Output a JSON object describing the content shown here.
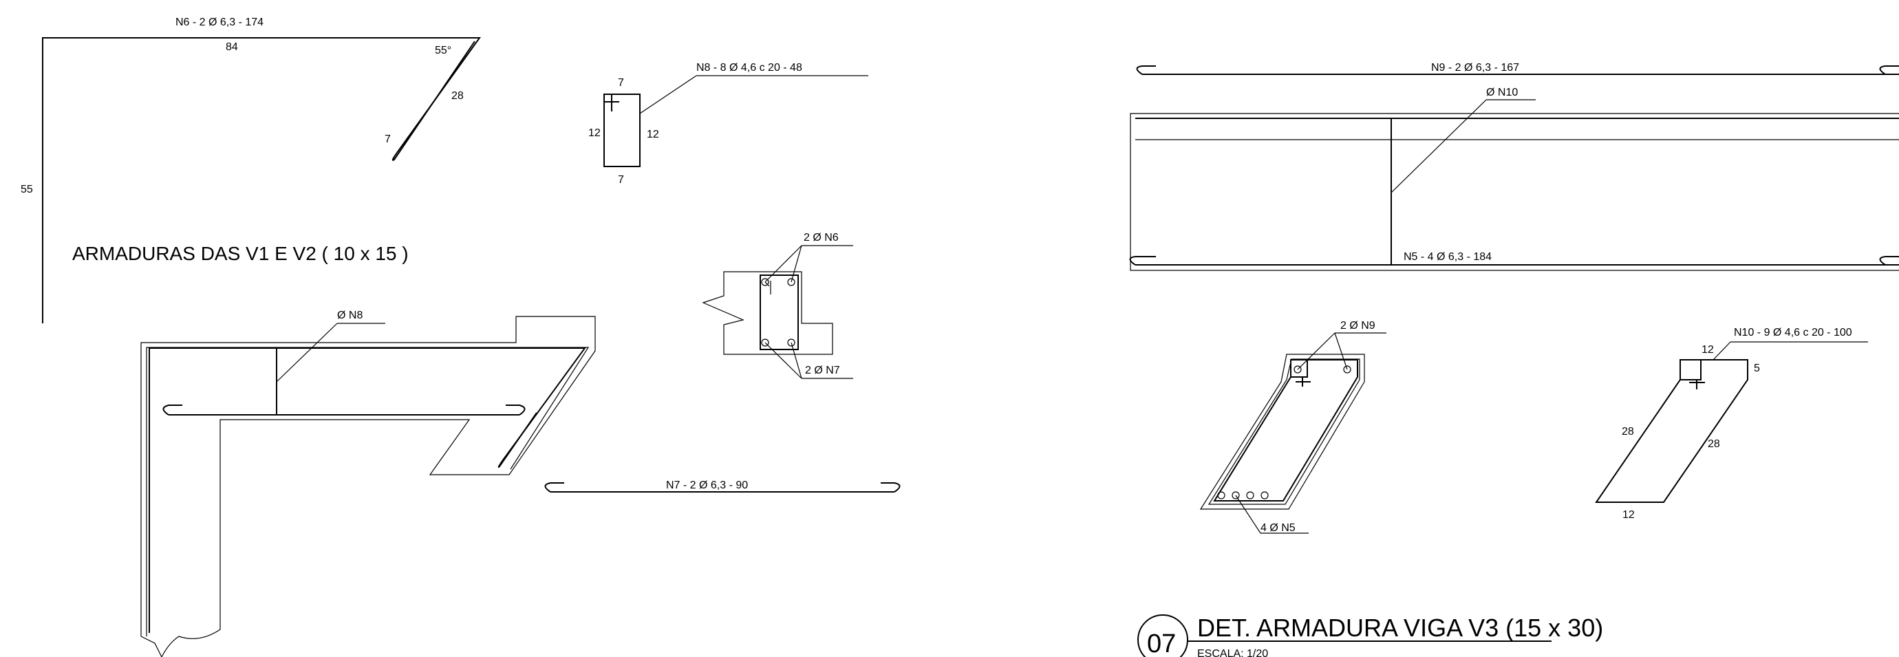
{
  "left_drawing": {
    "n6_label": "N6 - 2 Ø 6,3 - 174",
    "n6_dim_top": "84",
    "n6_angle": "55°",
    "n6_dim_diag": "28",
    "n6_dim_hook": "7",
    "n6_dim_left": "55",
    "n8_label": "N8 - 8 Ø 4,6 c 20 - 48",
    "n8_dim_top": "7",
    "n8_dim_left": "12",
    "n8_dim_right": "12",
    "n8_dim_bottom": "7",
    "section_title": "ARMADURAS DAS V1 E V2  ( 10 x 15 )",
    "n8_callout": "Ø N8",
    "n6_callout": "2 Ø N6",
    "n7_callout": "2 Ø N7",
    "n7_label": "N7 - 2 Ø 6,3 - 90"
  },
  "right_drawing": {
    "n9_label": "N9 - 2 Ø 6,3 - 167",
    "n10_callout": "Ø N10",
    "n5_label": "N5 - 4 Ø 6,3 - 184",
    "n9_section_callout": "2 Ø N9",
    "n5_section_callout": "4 Ø N5",
    "n10_label": "N10 - 9 Ø 4,6 c 20 - 100",
    "n10_dim_top": "12",
    "n10_dim_right": "5",
    "n10_dim_left": "28",
    "n10_dim_diag": "28",
    "n10_dim_bottom": "12",
    "detail_number": "07",
    "detail_title": "DET. ARMADURA VIGA V3 (15 x 30)",
    "scale": "ESCALA: 1/20"
  }
}
